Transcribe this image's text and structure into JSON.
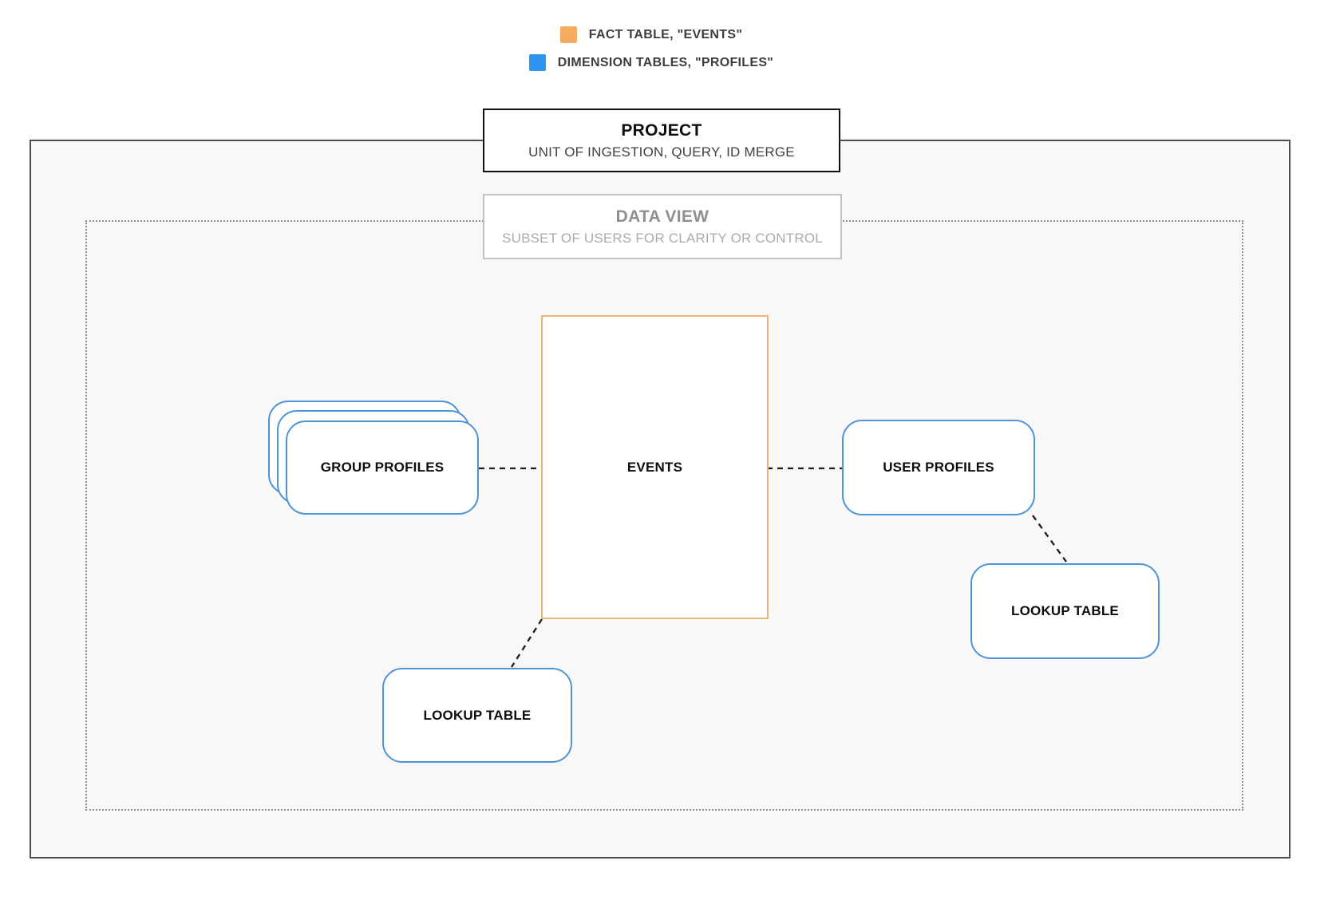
{
  "diagram": {
    "legend": [
      {
        "name": "fact-table-legend",
        "swatch_color": "#F5AC60",
        "label": "FACT TABLE, \"EVENTS\""
      },
      {
        "name": "dimension-tables-legend",
        "swatch_color": "#2E95F0",
        "label": "DIMENSION TABLES, \"PROFILES\""
      }
    ],
    "project": {
      "title": "PROJECT",
      "subtitle": "UNIT OF INGESTION, QUERY, ID MERGE"
    },
    "data_view": {
      "title": "DATA VIEW",
      "subtitle": "SUBSET OF USERS FOR CLARITY OR CONTROL"
    },
    "nodes": {
      "events": {
        "label": "EVENTS",
        "type": "fact",
        "border_color": "#E9B474"
      },
      "group_profiles": {
        "label": "GROUP PROFILES",
        "type": "dimension",
        "stacked": true,
        "border_color": "#4E93D6"
      },
      "user_profiles": {
        "label": "USER PROFILES",
        "type": "dimension",
        "border_color": "#4E93D6"
      },
      "lookup_table_bottom": {
        "label": "LOOKUP TABLE",
        "type": "dimension",
        "border_color": "#4E93D6"
      },
      "lookup_table_right": {
        "label": "LOOKUP TABLE",
        "type": "dimension",
        "border_color": "#4E93D6"
      }
    },
    "connections": [
      {
        "from": "group_profiles",
        "to": "events",
        "style": "dashed"
      },
      {
        "from": "events",
        "to": "user_profiles",
        "style": "dashed"
      },
      {
        "from": "user_profiles",
        "to": "lookup_table_right",
        "style": "dashed"
      },
      {
        "from": "events",
        "to": "lookup_table_bottom",
        "style": "dashed"
      }
    ],
    "colors": {
      "fact_accent": "#F5AC60",
      "dimension_accent": "#2E95F0",
      "fact_border": "#E9B474",
      "dimension_border": "#4E93D6",
      "outer_border": "#4d4d4d",
      "inner_dotted_border": "#8a8a8a",
      "canvas_fill": "#f8f8f8",
      "connector": "#1c1c1c"
    }
  }
}
